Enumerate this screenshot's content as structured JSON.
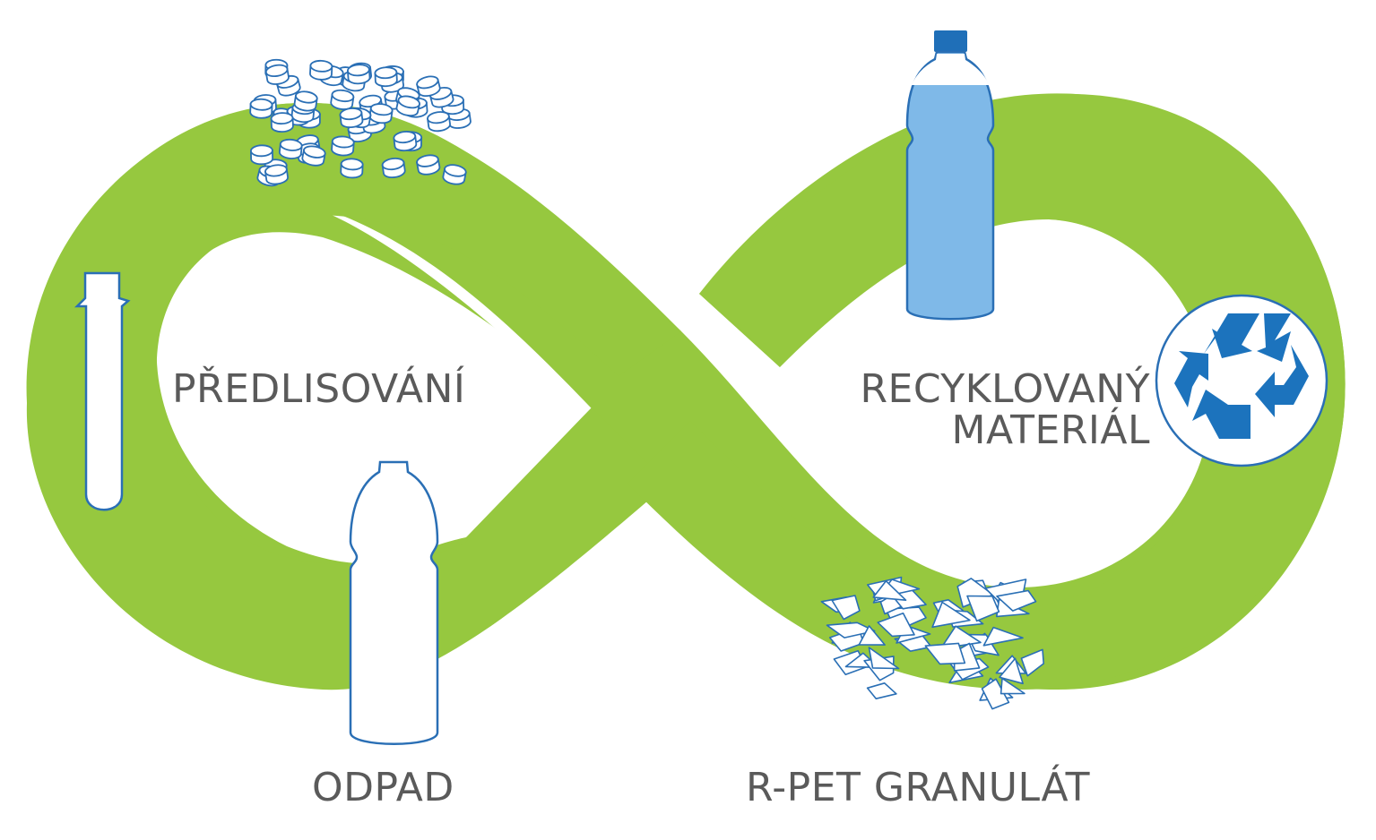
{
  "labels": {
    "preform": "PŘEDLISOVÁNÍ",
    "recycled_line1": "RECYKLOVANÝ",
    "recycled_line2": "MATERIÁL",
    "waste": "ODPAD",
    "granulate": "R-PET GRANULÁT"
  },
  "colors": {
    "loop": "#96c83f",
    "outline_blue": "#2a6fb5",
    "bottle_fill": "#7fb9e8",
    "cap": "#1f6fb8",
    "recycle_blue": "#1c73bd",
    "text": "#5a5a5a"
  },
  "icons": [
    "preform-icon",
    "caps-pile-icon",
    "filled-bottle-icon",
    "recycle-icon",
    "empty-bottle-icon",
    "flakes-pile-icon"
  ]
}
